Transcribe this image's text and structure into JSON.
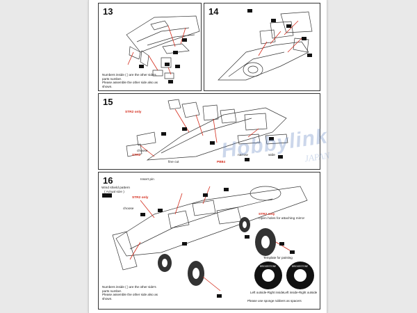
{
  "steps": {
    "s13": {
      "number": "13"
    },
    "s14": {
      "number": "14"
    },
    "s15": {
      "number": "15"
    },
    "s16": {
      "number": "16"
    }
  },
  "notes": {
    "step13": "Numbers inside ( ) are the other side's parts number.\nPlease assemble the other side also as shown.",
    "step16": "Numbers inside ( ) are the other side's parts number.\nPlease assemble the other side also as shown."
  },
  "labels": {
    "str2_only_15": "STR2 only",
    "choose_15": "choose",
    "narrow": "narrow",
    "wide": "wide",
    "str2_15": "STR2",
    "pb84": "PB84",
    "fine_cut": "fine cut",
    "ws_pattern": "Wind shield pattern",
    "actual_size": "( Actual size )",
    "insert_pin": "Insert pin",
    "choose_16": "choose",
    "str2_only_16a": "STR2 only",
    "str2_only_16b": "STR2 only",
    "mirror_note": "Open holes for attaching mirror",
    "template_title": "Template for painting",
    "left_outside": "Left outside-Right inside",
    "left_inside": "Left inside-Right outside",
    "tyre_brand": "BRIDGESTONE",
    "spacers_note": "Please use sponge rubbers as spacers"
  },
  "watermark": {
    "main": "Hobbylink",
    "sub": "JAPAN"
  },
  "colors": {
    "accent_red": "#d42a1a",
    "line_dark": "#333333",
    "watermark_blue": "#4a74b8"
  }
}
